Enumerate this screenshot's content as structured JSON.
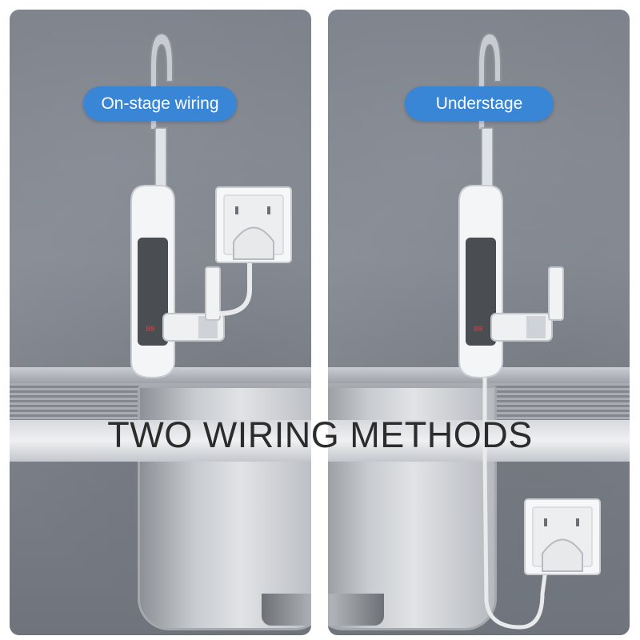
{
  "headline": "TWO WIRING METHODS",
  "panels": [
    {
      "label": "On-stage wiring"
    },
    {
      "label": "Understage"
    }
  ],
  "colors": {
    "pill": "#3a86d6",
    "wall": "#7f848d",
    "faucet_body": "#f4f5f7",
    "display": "#4a4d52",
    "cable": "#e9eaec"
  }
}
